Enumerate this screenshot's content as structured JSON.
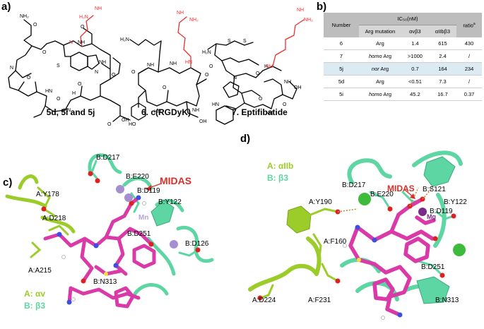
{
  "panels": {
    "a": {
      "letter": "a)",
      "compounds": [
        {
          "caption": "5d, 5i and 5j"
        },
        {
          "caption": "6. c(RGDyK)"
        },
        {
          "caption": "7. Eptifibatide"
        }
      ],
      "atom_labels": {
        "amine": "NH₂",
        "imine": "NH",
        "hn": "HN",
        "nh": "NH",
        "h": "H",
        "n": "N",
        "o": "O",
        "s": "S",
        "oh": "OH",
        "ho": "HO",
        "h2n": "H₂N"
      }
    },
    "b": {
      "letter": "b)",
      "table": {
        "header_number": "Number",
        "header_ic50": "IC₅₀(nM)",
        "header_ratio": "ratio",
        "ratio_sup": "a",
        "sub_mutation": "Arg  mutation",
        "sub_avb3": "αvβ3",
        "sub_aiib3": "αIIbβ3",
        "rows": [
          {
            "number": "6",
            "prefix": "",
            "arg": "Arg",
            "avb3": "1.4",
            "aiib3": "615",
            "ratio": "430"
          },
          {
            "number": "7",
            "prefix": "homo",
            "arg": " Arg",
            "avb3": ">1000",
            "aiib3": "2.4",
            "ratio": "/"
          },
          {
            "number": "5j",
            "prefix": "nor",
            "arg": " Arg",
            "avb3": "0.7",
            "aiib3": "164",
            "ratio": "234"
          },
          {
            "number": "5d",
            "prefix": "",
            "arg": "Arg",
            "avb3": "<0.51",
            "aiib3": "7.3",
            "ratio": "/"
          },
          {
            "number": "5i",
            "prefix": "homo",
            "arg": " Arg",
            "avb3": "45.2",
            "aiib3": "16.7",
            "ratio": "0.37"
          }
        ]
      }
    },
    "c": {
      "letter": "c)",
      "midas": "MIDAS",
      "ion": "Mn",
      "legend_a": "A: αv",
      "legend_b": "B: β3",
      "residues": {
        "d217": "B:D217",
        "e220": "B:E220",
        "d119": "B:D119",
        "y122": "B:Y122",
        "y178": "A:Y178",
        "d218": "A:D218",
        "d251": "B:D251",
        "d126": "B:D126",
        "a215": "A:A215",
        "n313": "B:N313"
      }
    },
    "d": {
      "letter": "d)",
      "midas": "MIDAS",
      "ion": "Mg",
      "legend_a": "A: αIIb",
      "legend_b": "B: β3",
      "residues": {
        "s121": "B:S121",
        "d217": "B:D217",
        "e220": "B:E220",
        "y122": "B:Y122",
        "d119": "B:D119",
        "y190": "A:Y190",
        "f160": "A:F160",
        "d251": "B:D251",
        "d224": "A:D224",
        "f231": "A:F231",
        "n313": "B:N313"
      }
    }
  },
  "colors": {
    "arg_highlight": "#e8322f",
    "ligand": "#d93aa8",
    "chain_a": "#9ccc2a",
    "chain_b": "#5ed6a4",
    "midas_label": "#d9302a",
    "metal_c": "#a58fd0",
    "metal_d_ca": "#3dbb3a",
    "metal_d_mg": "#7a2a8a"
  }
}
